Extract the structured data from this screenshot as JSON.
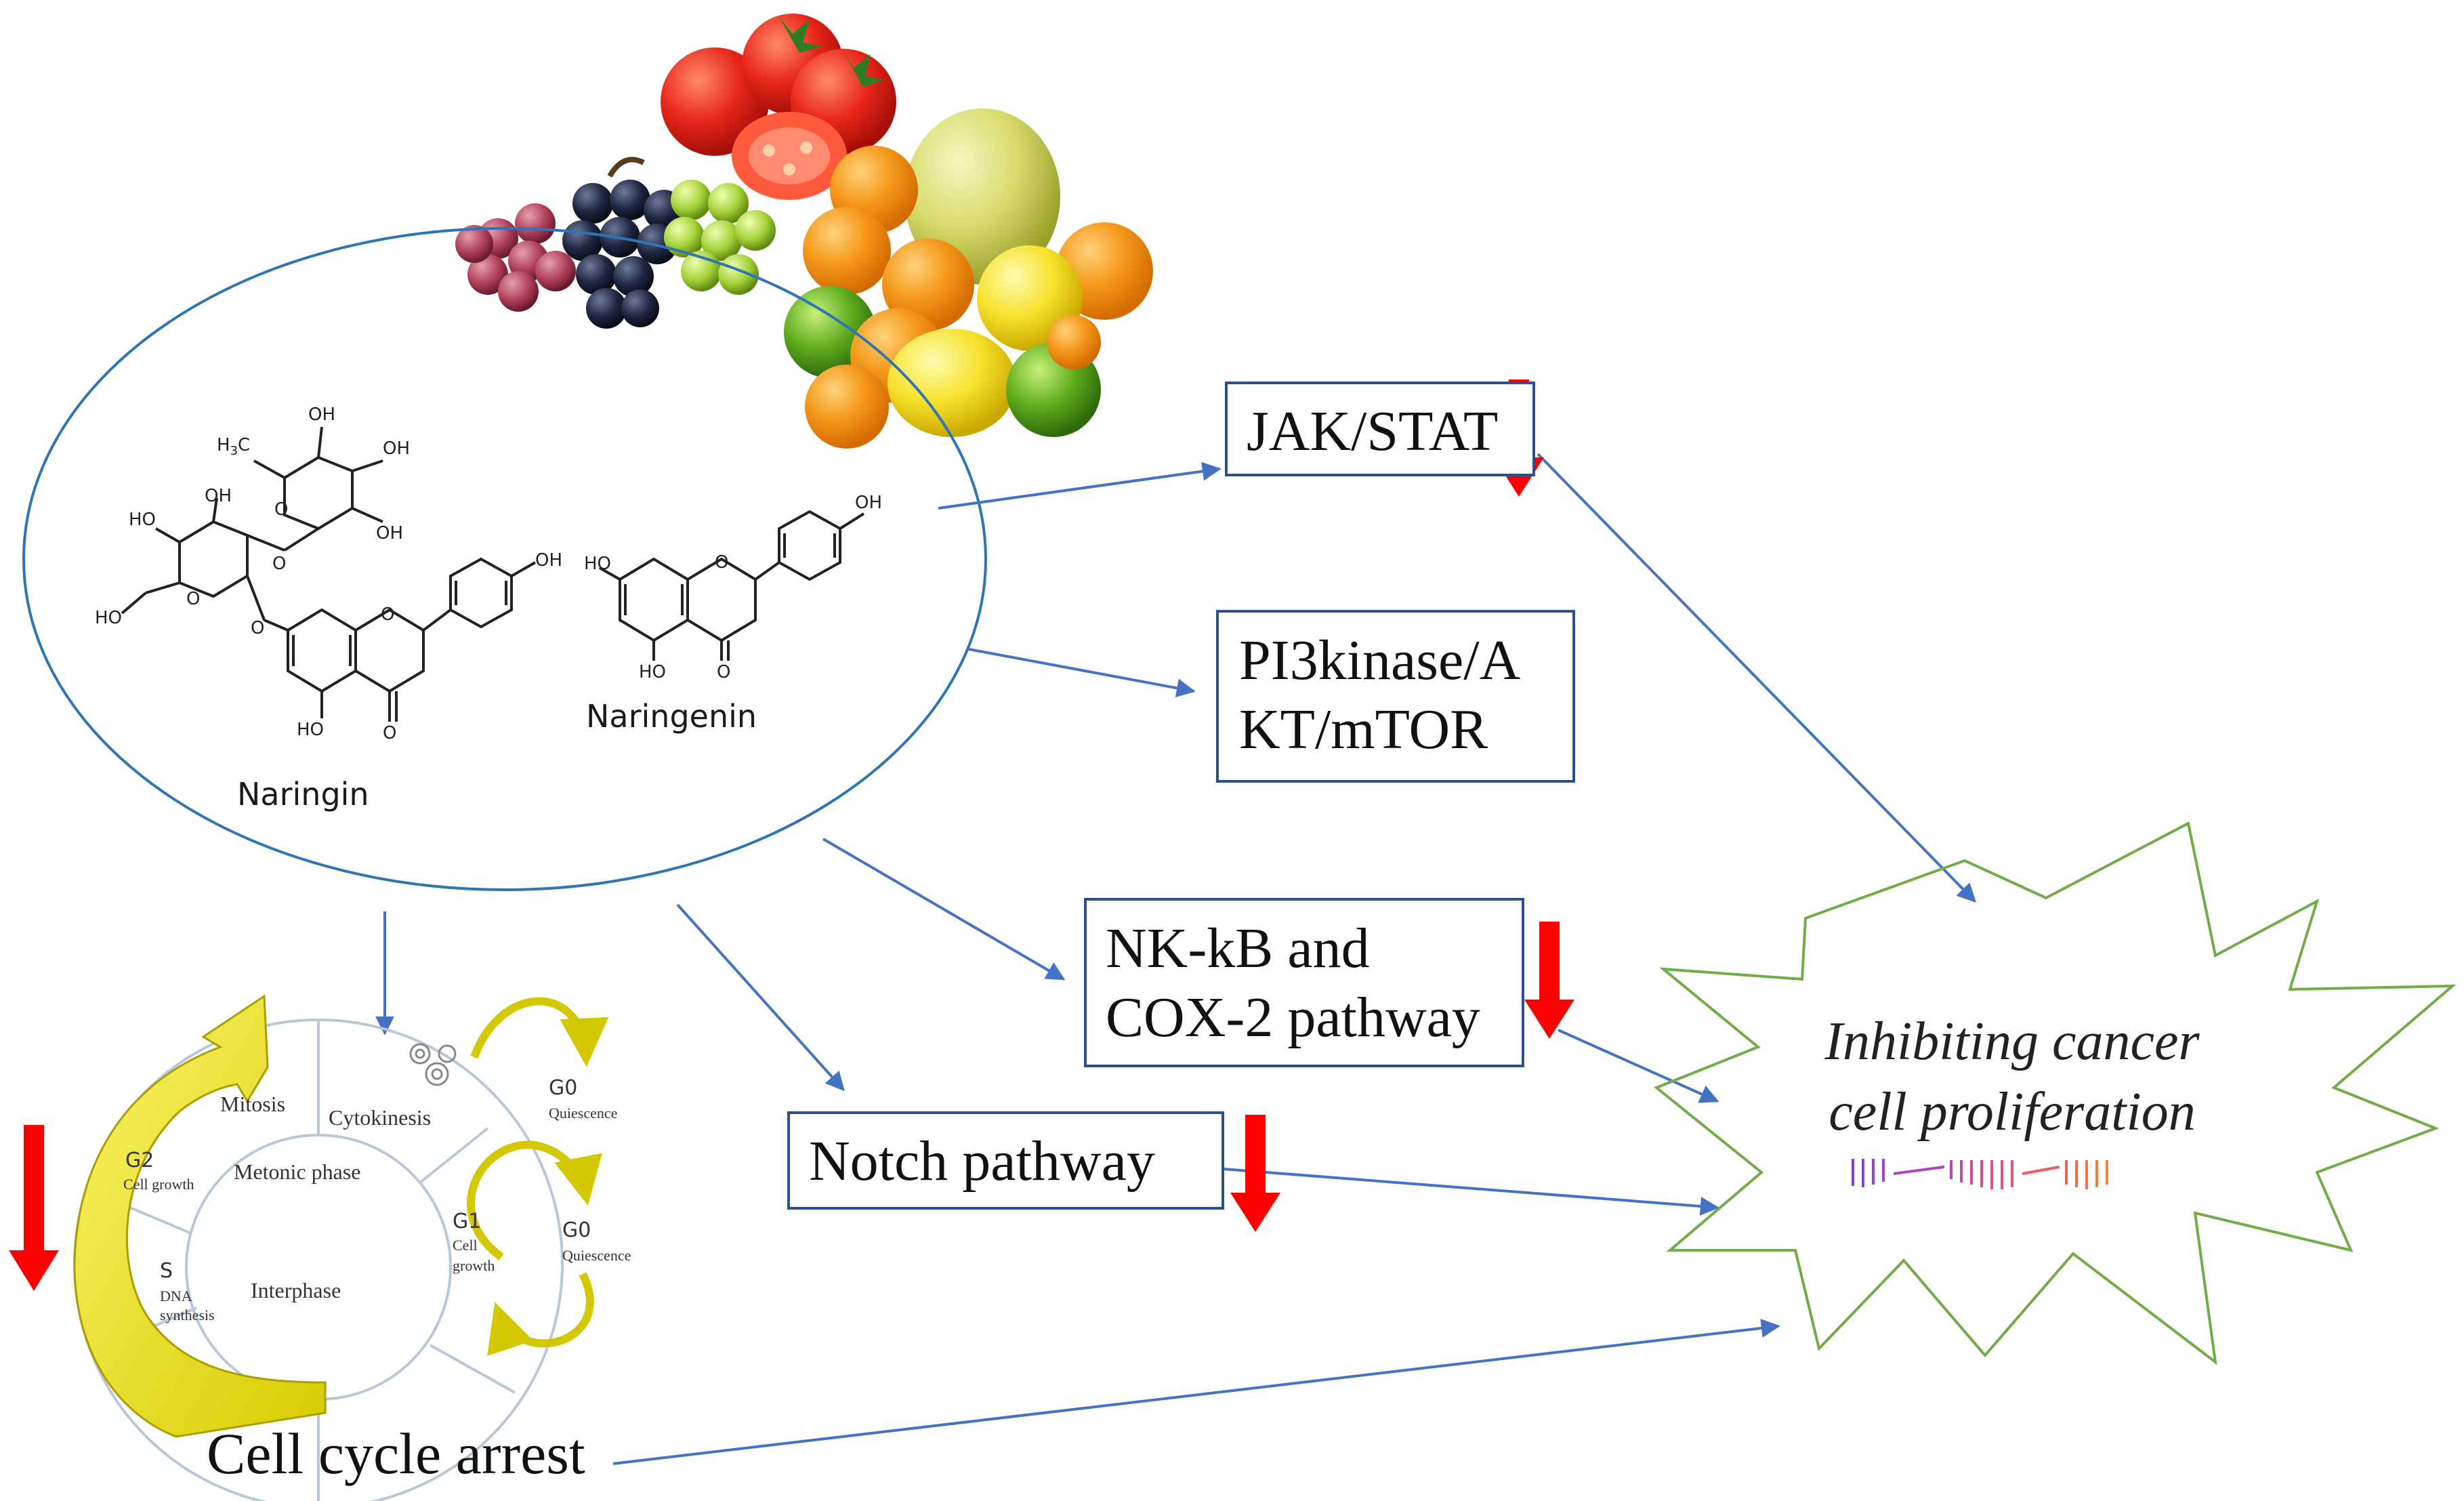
{
  "compounds": {
    "naringin": "Naringin",
    "naringenin": "Naringenin"
  },
  "pathways": {
    "jak_stat": "JAK/STAT",
    "pi3k_line1": "PI3kinase/A",
    "pi3k_line2": "KT/mTOR",
    "nfkb_line1": "NK-kB and",
    "nfkb_line2": "COX-2 pathway",
    "notch": "Notch pathway"
  },
  "cell_cycle": {
    "arrest_label": "Cell cycle arrest",
    "mitosis": "Mitosis",
    "cytokinesis": "Cytokinesis",
    "metonic_phase": "Metonic phase",
    "interphase": "Interphase",
    "g2": "G2",
    "g2_sub": "Cell growth",
    "s": "S",
    "s_sub1": "DNA",
    "s_sub2": "synthesis",
    "g1": "G1",
    "g1_sub1": "Cell",
    "g1_sub2": "growth",
    "g0_top": "G0",
    "g0_top_sub": "Quiescence",
    "g0_mid": "G0",
    "g0_mid_sub": "Quiescence"
  },
  "outcome": {
    "line1": "Inhibiting cancer",
    "line2": "cell proliferation"
  },
  "chem_labels": {
    "oh": "OH",
    "ho": "HO",
    "h3c": "H3C",
    "o": "O"
  },
  "colors": {
    "arrow_blue": "#4472c4",
    "down_red": "#ff0000",
    "ellipse_blue": "#2e75b6",
    "star_green": "#70ad47",
    "cycle_yellow": "#e8e000"
  },
  "icons": {
    "fruit_illustration": "fruits-image-icon",
    "down_arrow": "red-down-arrow-icon",
    "star_burst": "star-burst-shape"
  }
}
